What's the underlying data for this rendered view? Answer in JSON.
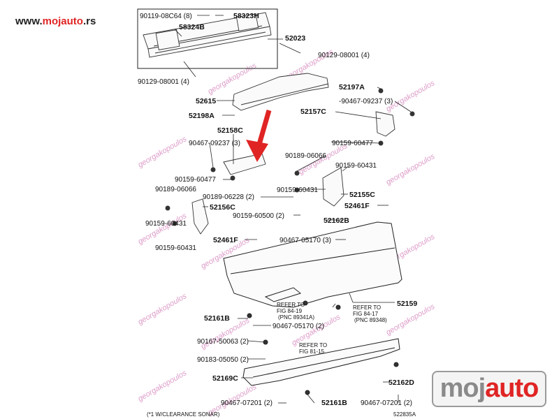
{
  "site": {
    "prefix": "www.",
    "brand": "mojauto",
    "suffix": ".rs"
  },
  "logo": {
    "part1": "moj",
    "part2": "auto"
  },
  "watermark": "georgakopoulos",
  "colors": {
    "arrow": "#e02424",
    "watermark": "#c14b9c",
    "line": "#222222"
  },
  "labels": {
    "l01": "90119-08C64 (8)",
    "l02": "58323H",
    "l03": "58324B",
    "l04": "52023",
    "l05": "90129-08001 (4)",
    "l06": "90129-08001 (4)",
    "l07": "52197A",
    "l08": "52615",
    "l09": "-90467-09237 (3)",
    "l10": "52198A",
    "l11": "52157C",
    "l12": "52158C",
    "l13": "90467-09237 (3)",
    "l14": "90159-60477",
    "l15": "90189-06066",
    "l16": "90159-60431",
    "l17": "90159-60477",
    "l18": "90189-06066",
    "l19": "90159-60431",
    "l20": "52155C",
    "l21": "90189-06228 (2)",
    "l22": "52461F",
    "l23": "52156C",
    "l24": "90159-60500 (2)",
    "l25": "52162B",
    "l26": "90159-60431",
    "l27": "90159-60431",
    "l28": "52461F",
    "l29": "90467-05170 (3)",
    "l30": "REFER TO",
    "l31": "FIG 84-19",
    "l32": "(PNC 89341A)",
    "l33": "REFER TO",
    "l34": "FIG 84-17",
    "l35": "(PNC 89348)",
    "l36": "52159",
    "l37": "52161B",
    "l38": "90467-05170 (2)",
    "l39": "90167-50063 (2)",
    "l40": "REFER TO",
    "l41": "FIG 81-15",
    "l42": "90183-05050 (2)",
    "l43": "52169C",
    "l44": "52162D",
    "l45": "90467-07201 (2)",
    "l46": "52161B",
    "l47": "90467-07201 (2)",
    "l48": "(*1 W/CLEARANCE SONAR)",
    "l49": "522835A"
  }
}
